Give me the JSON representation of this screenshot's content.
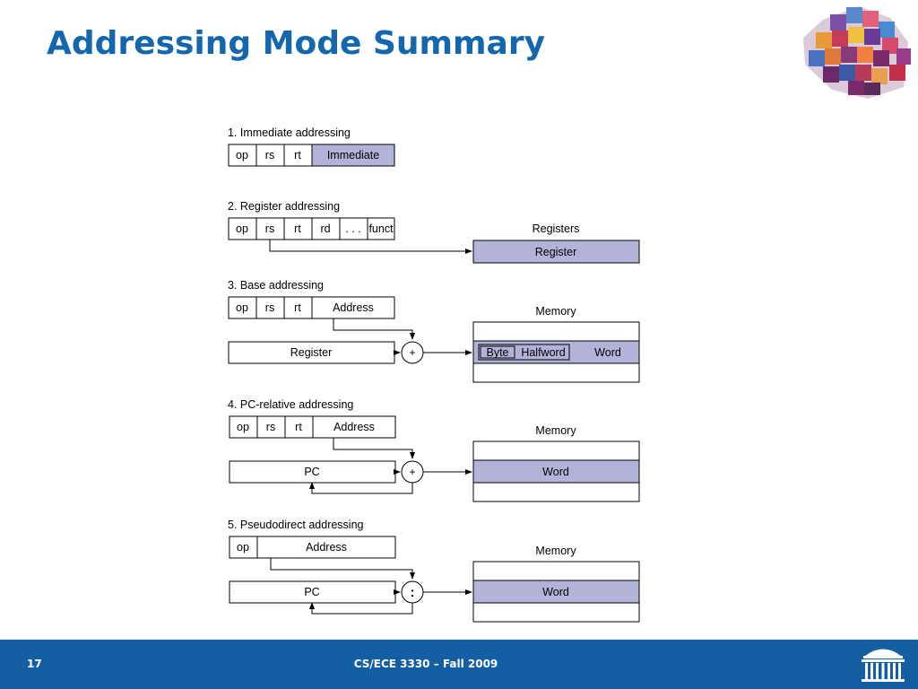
{
  "slide": {
    "title": "Addressing Mode Summary",
    "page_number": "17",
    "course": "CS/ECE 3330 – Fall 2009"
  },
  "colors": {
    "title": "#1467ad",
    "footer_bar": "#145ea4",
    "highlight_fill": "#b3b3da",
    "line": "#000000"
  },
  "icons": [
    "cube-logo-icon",
    "rotunda-icon"
  ],
  "diagram": {
    "mode1": {
      "heading": "1.  Immediate addressing",
      "fields": [
        "op",
        "rs",
        "rt",
        "Immediate"
      ]
    },
    "mode2": {
      "heading": "2. Register addressing",
      "fields": [
        "op",
        "rs",
        "rt",
        "rd",
        ". . .",
        "funct"
      ],
      "target_label": "Registers",
      "target_cell": "Register"
    },
    "mode3": {
      "heading": "3.  Base addressing",
      "fields": [
        "op",
        "rs",
        "rt",
        "Address"
      ],
      "base_box": "Register",
      "operator": "+",
      "target_label": "Memory",
      "memory_cells": [
        "Byte",
        "Halfword",
        "Word"
      ]
    },
    "mode4": {
      "heading": "4.  PC-relative addressing",
      "fields": [
        "op",
        "rs",
        "rt",
        "Address"
      ],
      "base_box": "PC",
      "operator": "+",
      "target_label": "Memory",
      "target_cell": "Word"
    },
    "mode5": {
      "heading": "5.  Pseudodirect addressing",
      "fields": [
        "op",
        "Address"
      ],
      "base_box": "PC",
      "operator": ":",
      "target_label": "Memory",
      "target_cell": "Word"
    }
  }
}
